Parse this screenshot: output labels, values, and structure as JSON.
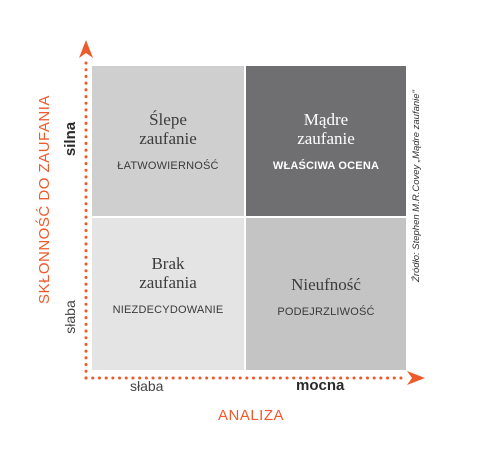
{
  "quadrants": {
    "top_left": {
      "title": "Ślepe\nzaufanie",
      "subtitle": "ŁATWOWIERNOŚĆ"
    },
    "top_right": {
      "title": "Mądre\nzaufanie",
      "subtitle": "WŁAŚCIWA OCENA"
    },
    "bottom_left": {
      "title": "Brak\nzaufania",
      "subtitle": "NIEZDECYDOWANIE"
    },
    "bottom_right": {
      "title": "Nieufność",
      "subtitle": "PODEJRZLIWOŚĆ"
    }
  },
  "y_axis": {
    "title": "SKŁONNOŚĆ DO ZAUFANIA",
    "high": "silna",
    "low": "słaba"
  },
  "x_axis": {
    "title": "ANALIZA",
    "low": "słaba",
    "high": "mocna"
  },
  "source": "Źródło: Stephen M.R.Covey „Mądre zaufanie\"",
  "colors": {
    "accent": "#ee5a2c",
    "top_left": "#cfcfd0",
    "top_right": "#6f6f71",
    "bottom_left": "#e4e4e5",
    "bottom_right": "#c4c4c5"
  }
}
